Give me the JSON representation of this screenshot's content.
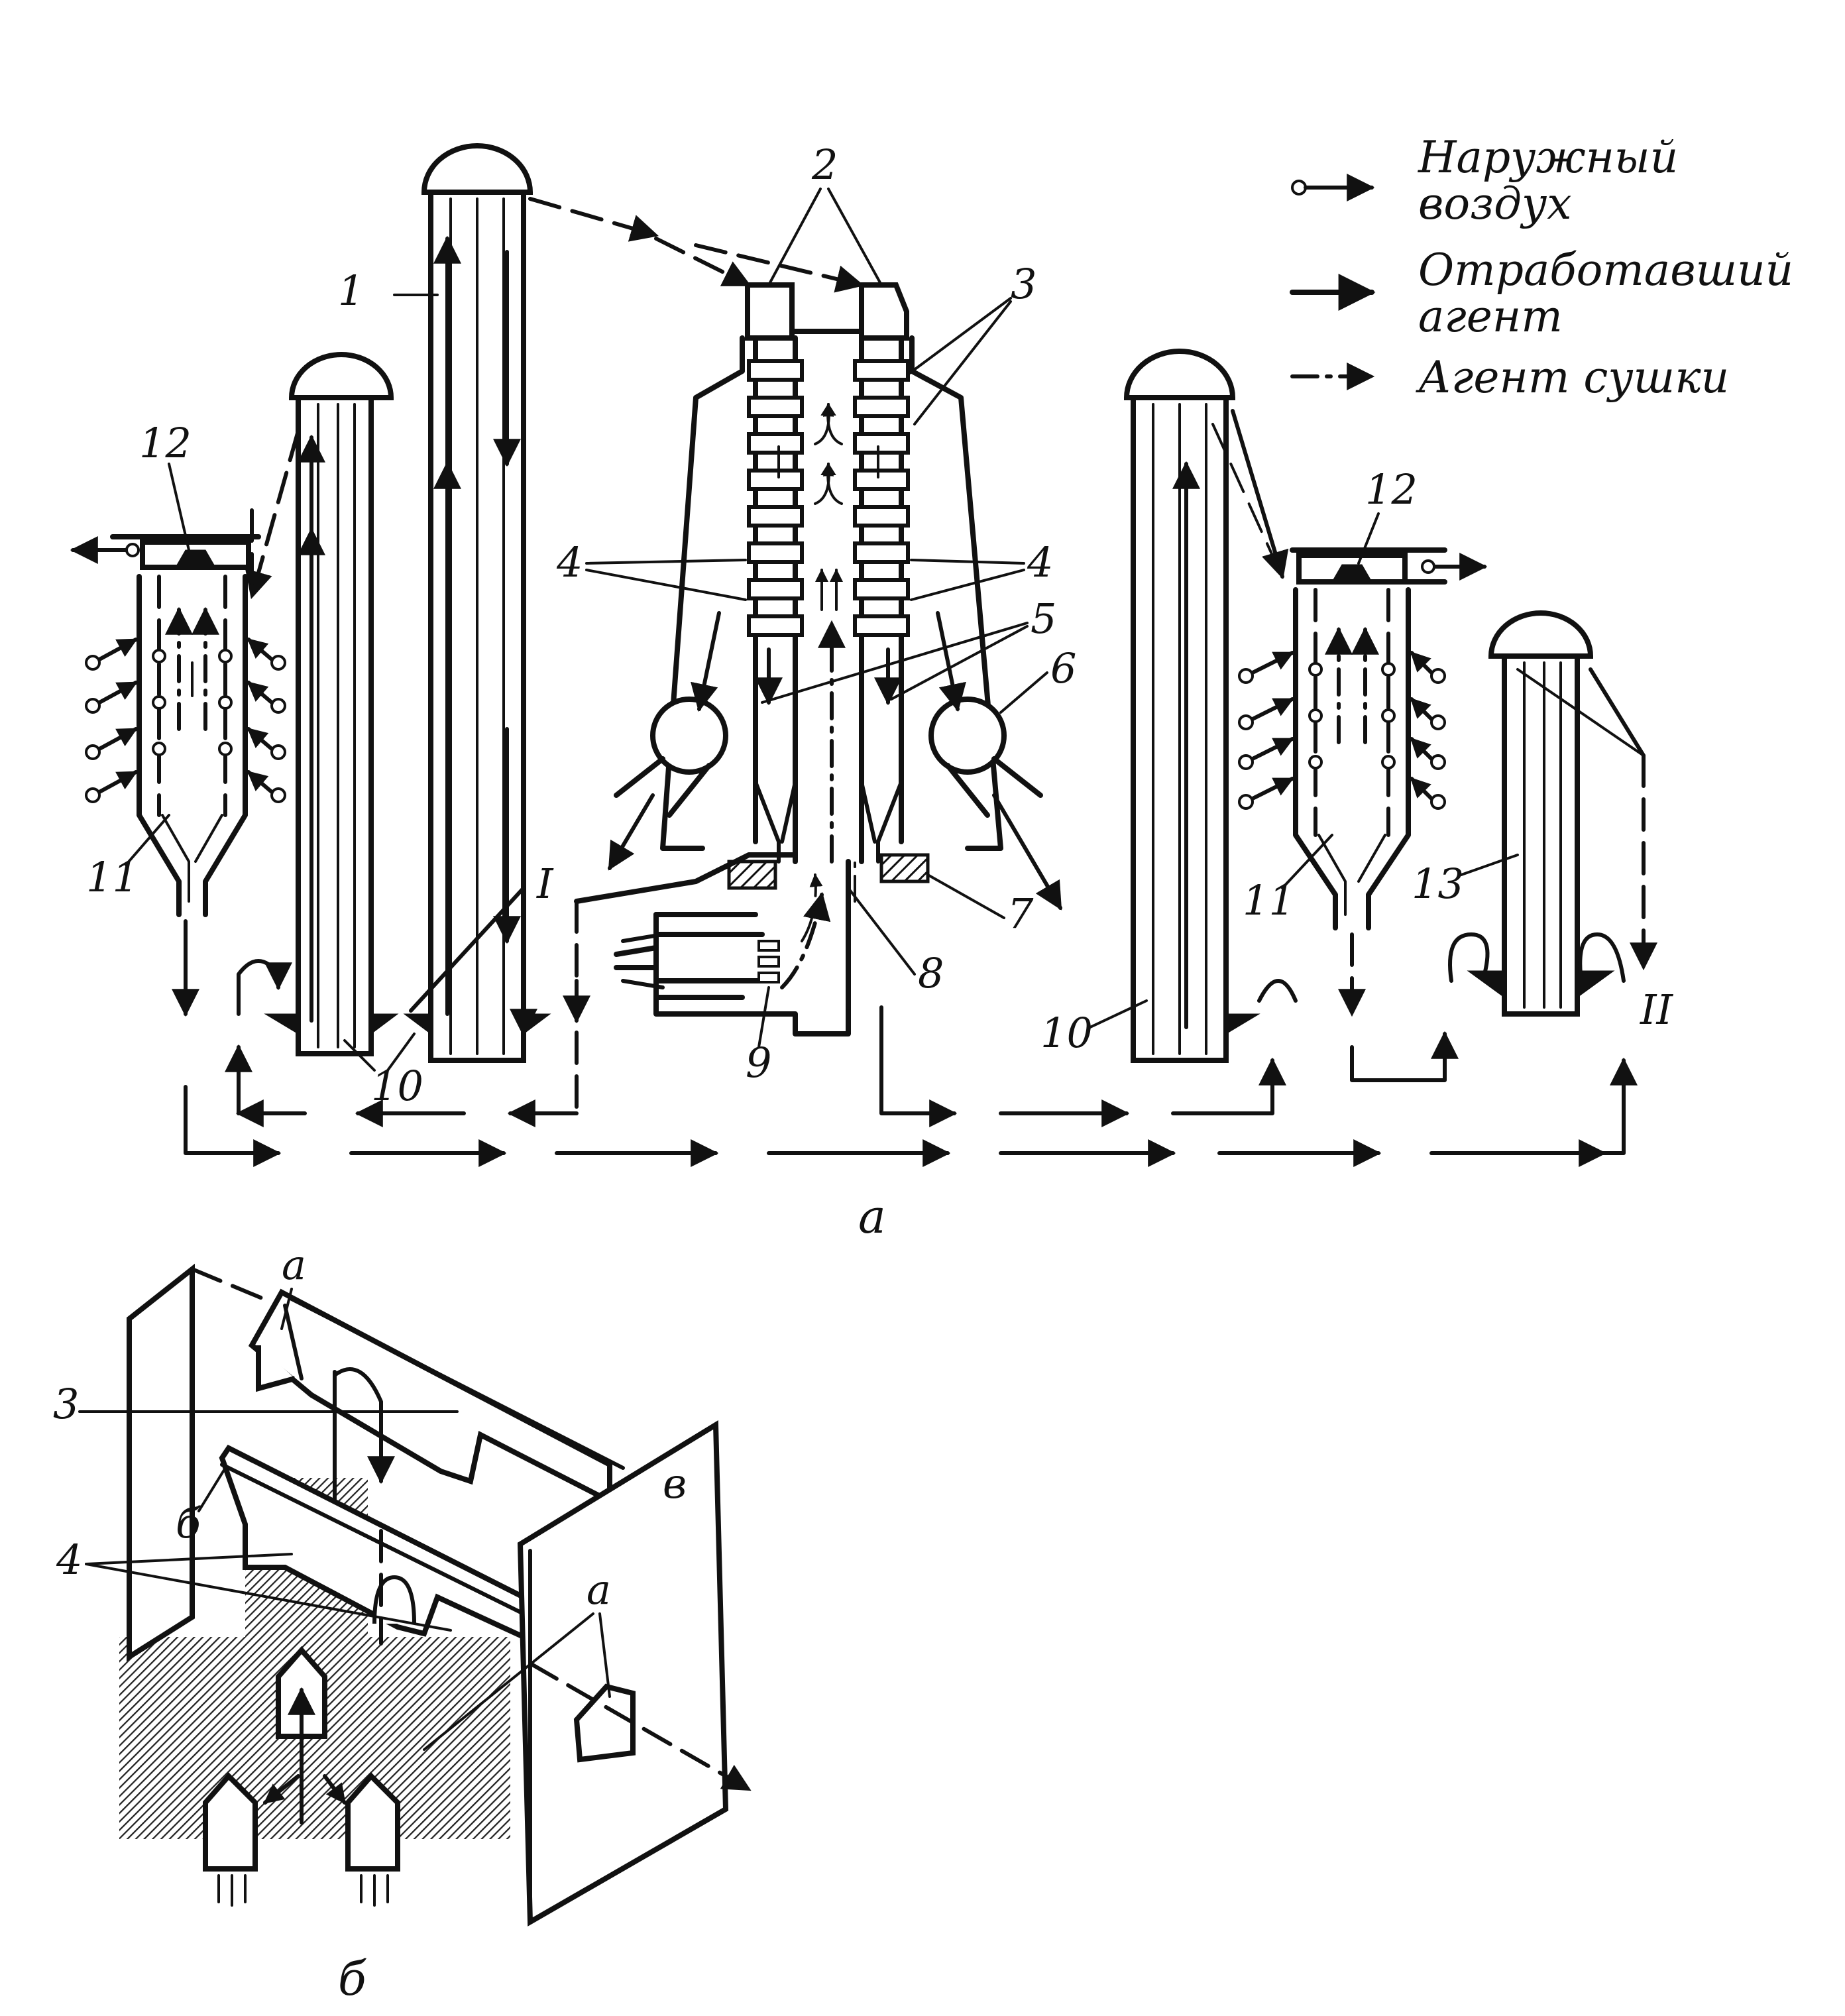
{
  "legend": {
    "outside_air": "Наружный воздух",
    "outside_air_line1": "Наружный",
    "outside_air_line2": "воздух",
    "spent_agent": "Отработавший агент",
    "spent_agent_line1": "Отработавший",
    "spent_agent_line2": "агент",
    "drying_agent": "Агент сушки"
  },
  "part_a": {
    "caption": "а",
    "labels": {
      "n1": "1",
      "n2": "2",
      "n3": "3",
      "n4_left": "4",
      "n4_right": "4",
      "n5": "5",
      "n6": "6",
      "n7": "7",
      "n8": "8",
      "n9": "9",
      "n10_left": "10",
      "n10_right": "10",
      "n11_left": "11",
      "n11_right": "11",
      "n12_left": "12",
      "n12_right": "12",
      "n13": "13",
      "roman_I": "I",
      "roman_II": "II"
    }
  },
  "part_b": {
    "caption": "б",
    "labels": {
      "n3": "3",
      "n4": "4",
      "a_top": "а",
      "a_right": "а",
      "b": "б",
      "v": "в"
    }
  },
  "colors": {
    "ink": "#111111",
    "paper": "#ffffff"
  }
}
